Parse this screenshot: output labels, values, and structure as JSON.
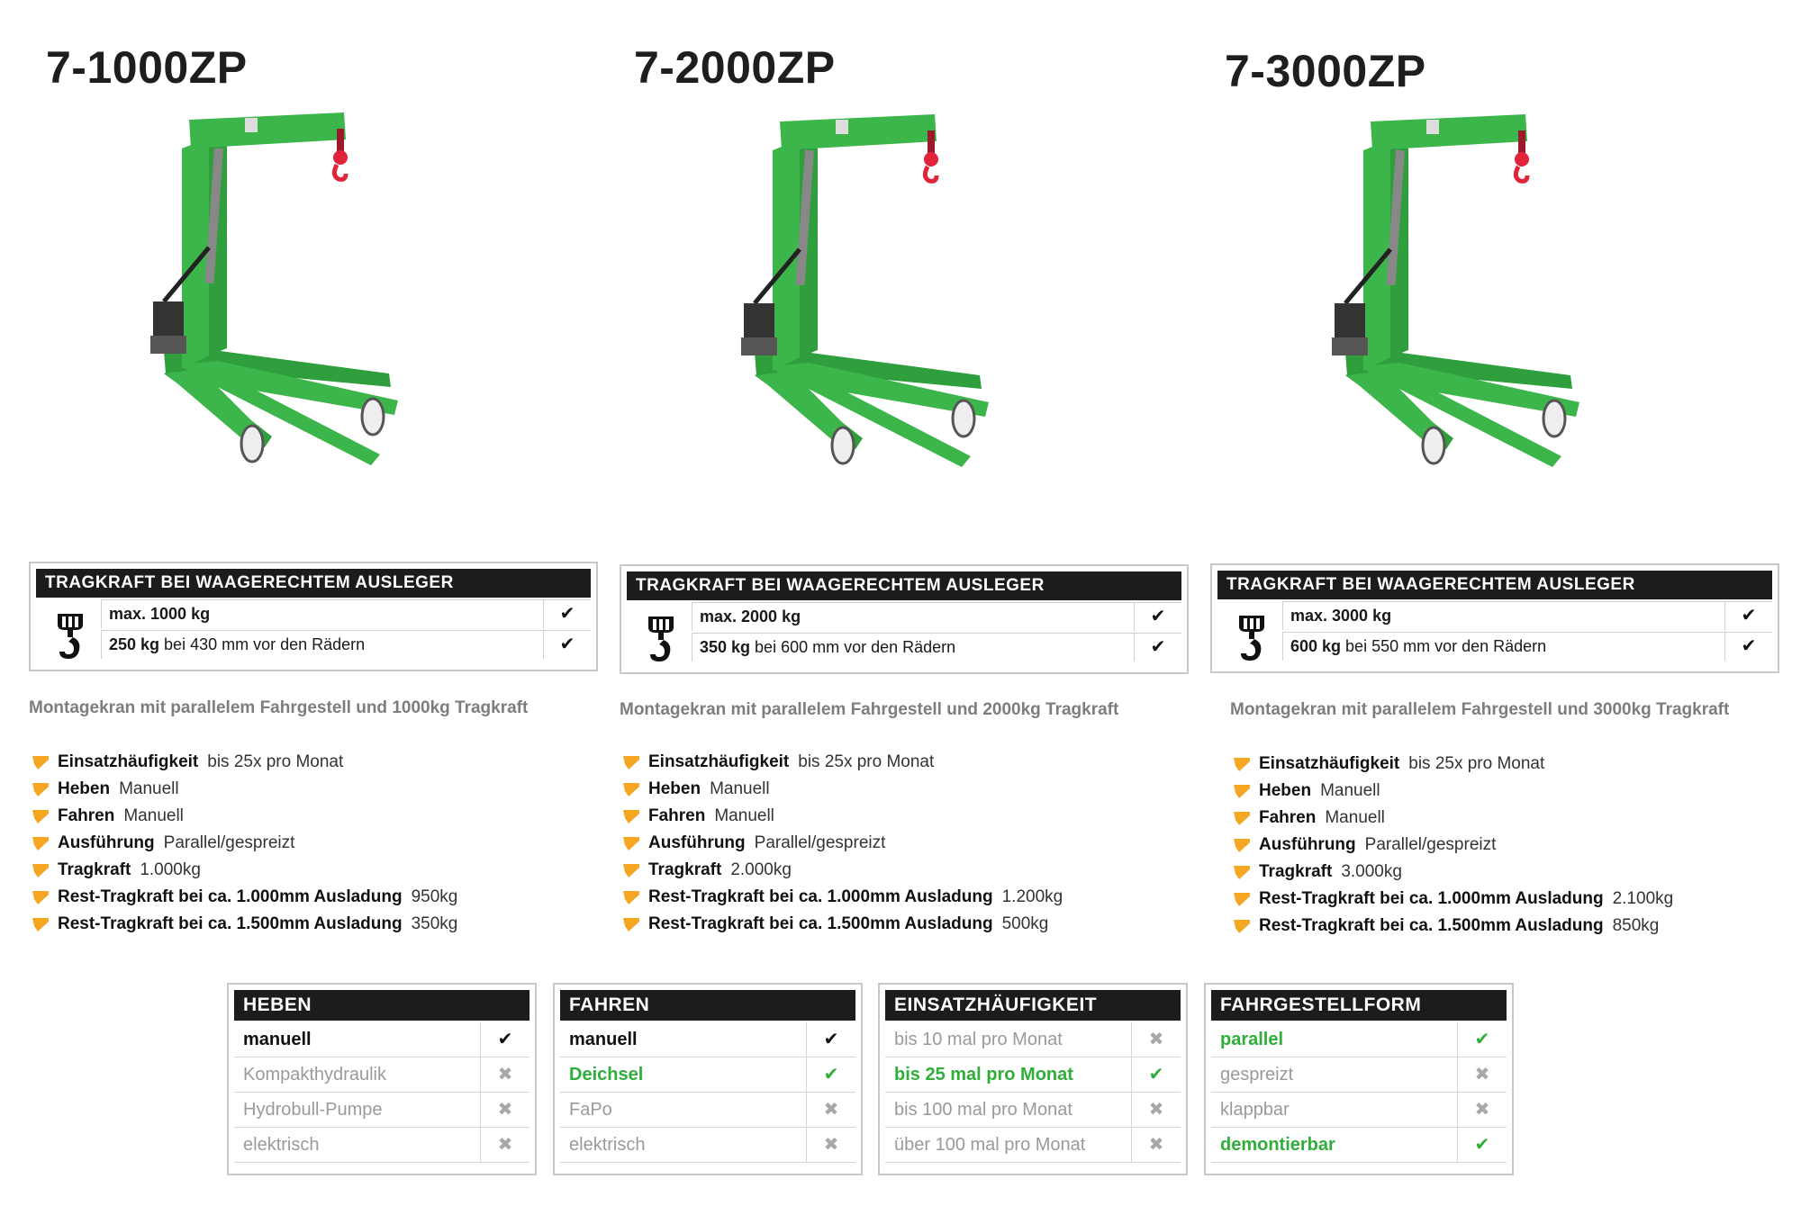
{
  "products": [
    {
      "model": "7-1000ZP",
      "spec_header": "TRAGKRAFT BEI WAAGERECHTEM AUSLEGER",
      "spec_rows": [
        {
          "bold": "max. 1000 kg",
          "text": ""
        },
        {
          "bold": "250 kg",
          "text": " bei 430 mm vor den Rädern"
        }
      ],
      "description": "Montagekran mit parallelem Fahrgestell und 1000kg Tragkraft",
      "features": [
        {
          "label": "Einsatzhäufigkeit",
          "value": "bis 25x pro Monat"
        },
        {
          "label": "Heben",
          "value": "Manuell"
        },
        {
          "label": "Fahren",
          "value": "Manuell"
        },
        {
          "label": "Ausführung",
          "value": "Parallel/gespreizt"
        },
        {
          "label": "Tragkraft",
          "value": "1.000kg"
        },
        {
          "label": "Rest-Tragkraft bei ca. 1.000mm Ausladung",
          "value": "950kg"
        },
        {
          "label": "Rest-Tragkraft bei ca. 1.500mm Ausladung",
          "value": "350kg"
        }
      ]
    },
    {
      "model": "7-2000ZP",
      "spec_header": "TRAGKRAFT BEI WAAGERECHTEM AUSLEGER",
      "spec_rows": [
        {
          "bold": "max. 2000 kg",
          "text": ""
        },
        {
          "bold": "350 kg",
          "text": " bei 600 mm vor den Rädern"
        }
      ],
      "description": "Montagekran mit parallelem Fahrgestell und 2000kg Tragkraft",
      "features": [
        {
          "label": "Einsatzhäufigkeit",
          "value": "bis 25x pro Monat"
        },
        {
          "label": "Heben",
          "value": "Manuell"
        },
        {
          "label": "Fahren",
          "value": "Manuell"
        },
        {
          "label": "Ausführung",
          "value": "Parallel/gespreizt"
        },
        {
          "label": "Tragkraft",
          "value": "2.000kg"
        },
        {
          "label": "Rest-Tragkraft bei ca. 1.000mm Ausladung",
          "value": "1.200kg"
        },
        {
          "label": "Rest-Tragkraft bei ca. 1.500mm Ausladung",
          "value": "500kg"
        }
      ]
    },
    {
      "model": "7-3000ZP",
      "spec_header": "TRAGKRAFT BEI WAAGERECHTEM AUSLEGER",
      "spec_rows": [
        {
          "bold": "max. 3000 kg",
          "text": ""
        },
        {
          "bold": "600 kg",
          "text": " bei 550 mm vor den Rädern"
        }
      ],
      "description": "Montagekran mit parallelem Fahrgestell und 3000kg Tragkraft",
      "features": [
        {
          "label": "Einsatzhäufigkeit",
          "value": "bis 25x pro Monat"
        },
        {
          "label": "Heben",
          "value": "Manuell"
        },
        {
          "label": "Fahren",
          "value": "Manuell"
        },
        {
          "label": "Ausführung",
          "value": "Parallel/gespreizt"
        },
        {
          "label": "Tragkraft",
          "value": "3.000kg"
        },
        {
          "label": "Rest-Tragkraft bei ca. 1.000mm Ausladung",
          "value": "2.100kg"
        },
        {
          "label": "Rest-Tragkraft bei ca. 1.500mm Ausladung",
          "value": "850kg"
        }
      ]
    }
  ],
  "filters": [
    {
      "title": "HEBEN",
      "rows": [
        {
          "label": "manuell",
          "state": "on-black"
        },
        {
          "label": "Kompakthydraulik",
          "state": "off"
        },
        {
          "label": "Hydrobull-Pumpe",
          "state": "off"
        },
        {
          "label": "elektrisch",
          "state": "off"
        }
      ]
    },
    {
      "title": "FAHREN",
      "rows": [
        {
          "label": "manuell",
          "state": "on-black"
        },
        {
          "label": "Deichsel",
          "state": "on-green"
        },
        {
          "label": "FaPo",
          "state": "off"
        },
        {
          "label": "elektrisch",
          "state": "off"
        }
      ]
    },
    {
      "title": "EINSATZHÄUFIGKEIT",
      "rows": [
        {
          "label": "bis 10 mal pro Monat",
          "state": "off"
        },
        {
          "label": "bis 25 mal pro Monat",
          "state": "on-green"
        },
        {
          "label": "bis 100 mal pro Monat",
          "state": "off"
        },
        {
          "label": "über 100 mal pro Monat",
          "state": "off"
        }
      ]
    },
    {
      "title": "FAHRGESTELLFORM",
      "rows": [
        {
          "label": "parallel",
          "state": "on-green"
        },
        {
          "label": "gespreizt",
          "state": "off"
        },
        {
          "label": "klappbar",
          "state": "off"
        },
        {
          "label": "demontierbar",
          "state": "on-green"
        }
      ]
    }
  ],
  "colors": {
    "crane_green": "#3cb54a",
    "hook_red": "#e0243a",
    "bullet_orange": "#f5a623",
    "check_green": "#2fae3a",
    "header_black": "#1c1c1c"
  },
  "icons": {
    "check": "check-icon",
    "cross": "cross-icon",
    "hook": "crane-hook-icon",
    "bullet": "bullet-icon"
  }
}
